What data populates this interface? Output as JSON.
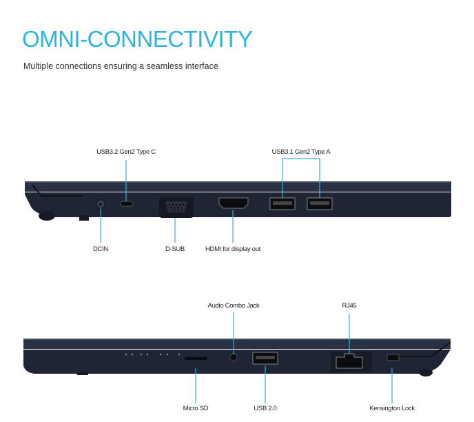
{
  "header": {
    "title": "OMNI-CONNECTIVITY",
    "subtitle": "Multiple connections ensuring a seamless interface"
  },
  "left_side": {
    "labels": {
      "usb_c": "USB3.2 Gen2 Type C",
      "usb_a": "USB3.1 Gen2 Type A",
      "dcin": "DCIN",
      "dsub": "D-SUB",
      "hdmi": "HDMI for display out"
    }
  },
  "right_side": {
    "labels": {
      "audio": "Audio Combo Jack",
      "rj45": "RJ45",
      "microsd": "Micro SD",
      "usb2": "USB 2.0",
      "kensington": "Kensington Lock"
    }
  },
  "colors": {
    "accent": "#2cb4df",
    "chassis": "#1c2333"
  }
}
